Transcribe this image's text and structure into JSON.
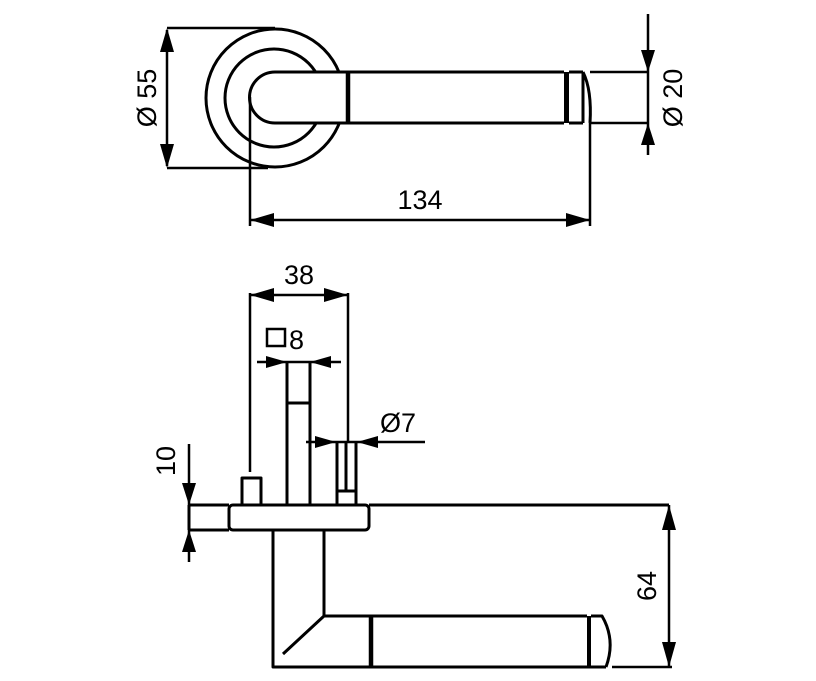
{
  "drawing": {
    "top_view": {
      "rose_diameter_label": "Ø 55",
      "lever_diameter_label": "Ø 20",
      "lever_length_label": "134"
    },
    "side_view": {
      "rose_width_label": "38",
      "spindle_label": "8",
      "pin_diameter_label": "Ø7",
      "rose_thickness_label": "10",
      "lever_projection_label": "64"
    }
  }
}
